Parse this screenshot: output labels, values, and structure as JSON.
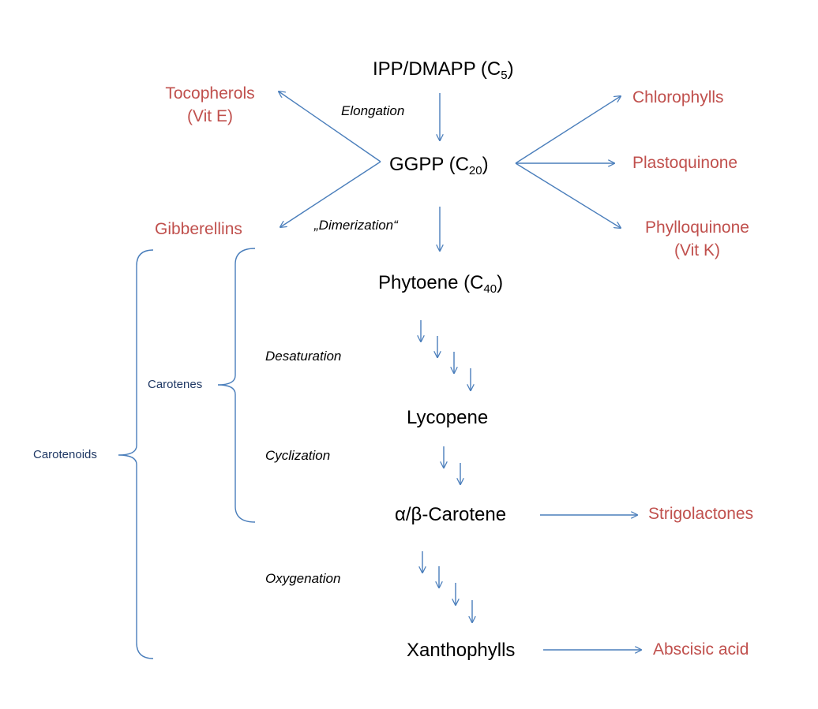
{
  "colors": {
    "main": "#000000",
    "product": "#c0504d",
    "step": "#000000",
    "brace_label": "#1f3864",
    "arrow": "#4a7ebb"
  },
  "nodes": {
    "ipp": {
      "text": "IPP/DMAPP (C",
      "sub": "5",
      "close": ")"
    },
    "ggpp": {
      "text": "GGPP (C",
      "sub": "20",
      "close": ")"
    },
    "phytoene": {
      "text": "Phytoene (C",
      "sub": "40",
      "close": ")"
    },
    "lycopene": "Lycopene",
    "carotene": "α/β-Carotene",
    "xanthophylls": "Xanthophylls"
  },
  "steps": {
    "elongation": "Elongation",
    "dimerization": "„Dimerization“",
    "desaturation": "Desaturation",
    "cyclization": "Cyclization",
    "oxygenation": "Oxygenation"
  },
  "products": {
    "tocopherols": [
      "Tocopherols",
      "(Vit E)"
    ],
    "gibberellins": "Gibberellins",
    "chlorophylls": "Chlorophylls",
    "plastoquinone": "Plastoquinone",
    "phylloquinone": [
      "Phylloquinone",
      "(Vit K)"
    ],
    "strigolactones": "Strigolactones",
    "abscisic_acid": "Abscisic acid"
  },
  "groups": {
    "carotenes": "Carotenes",
    "carotenoids": "Carotenoids"
  }
}
